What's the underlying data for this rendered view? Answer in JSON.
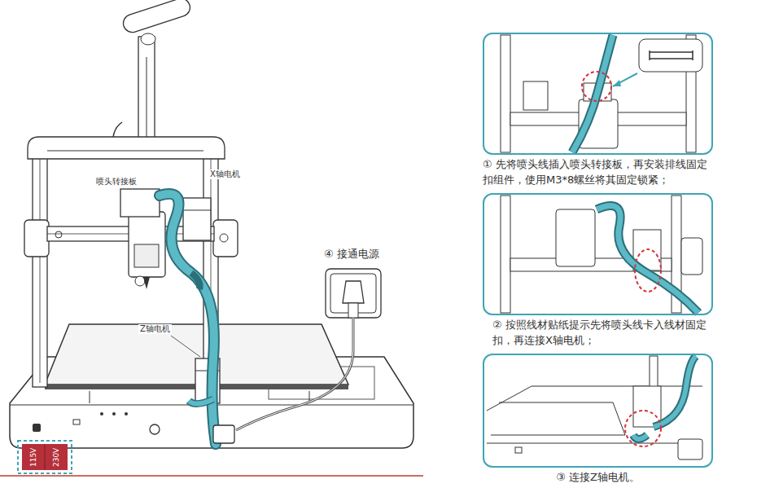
{
  "diagram": {
    "nodes": [
      {
        "text": [
          "① 先将喷头线插入喷头转接板，再安装排线固定扣组件，使用M3*8螺丝将其固定锁紧；"
        ]
      },
      {
        "text": [
          "② 按照线材贴纸提示先将喷头线卡入线材固定扣，再连接X轴电机；"
        ]
      },
      {
        "text": [
          "③ 连接Z轴电机。"
        ]
      }
    ],
    "labels": [
      "喷头转接板",
      "X轴电机",
      "Z轴电机",
      "④ 接通电源",
      "115V",
      "230V"
    ]
  }
}
